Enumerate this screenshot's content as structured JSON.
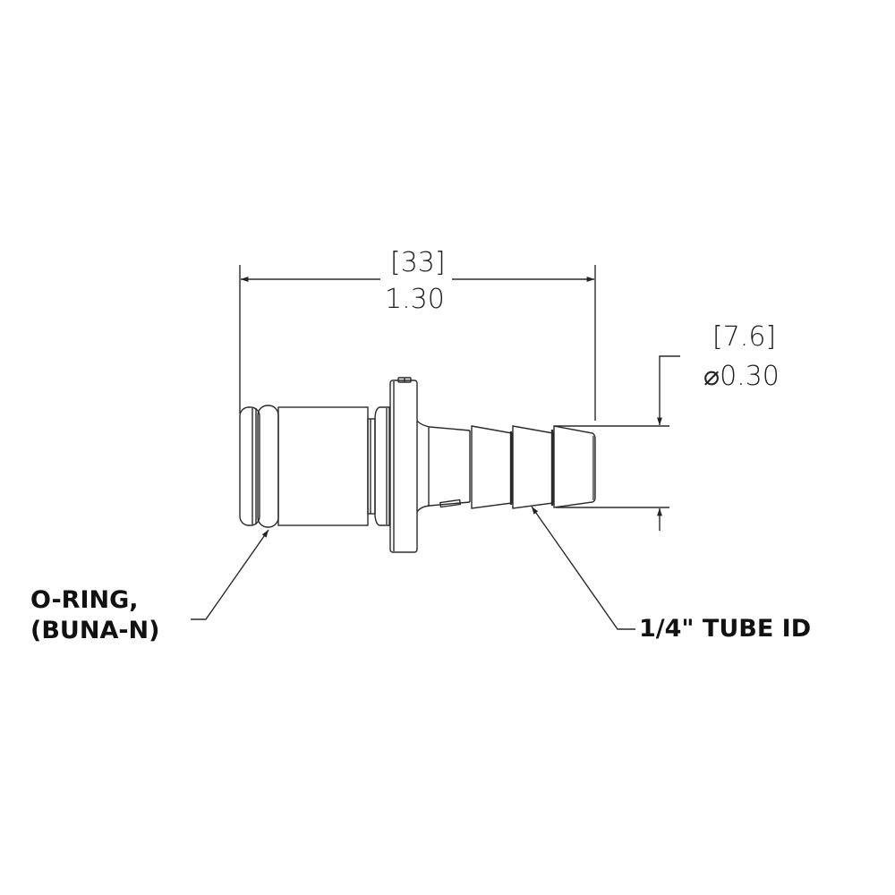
{
  "drawing": {
    "type": "engineering-drawing",
    "subject": "hose barb fitting with o-ring"
  },
  "dimensions": {
    "overall_length": {
      "metric": "[33]",
      "imperial": "1.30"
    },
    "barb_diameter": {
      "metric": "[7.6]",
      "symbol": "⌀",
      "imperial": "0.30"
    }
  },
  "callouts": {
    "oring": {
      "line1": "O-RING,",
      "line2": "(BUNA-N)"
    },
    "tube": {
      "text": "1/4\" TUBE ID"
    }
  },
  "colors": {
    "line": "#2a2a2a",
    "text": "#111111",
    "background": "#ffffff"
  }
}
